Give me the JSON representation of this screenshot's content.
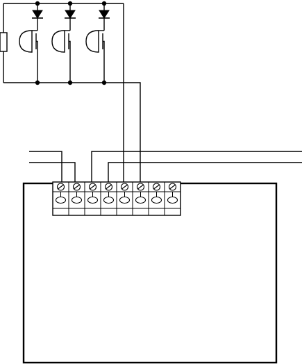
{
  "diagram": {
    "kind": "wiring-diagram",
    "colors": {
      "line": "#000000",
      "background": "#ffffff"
    },
    "sensor_group": {
      "resistor_count": 1,
      "diode_count": 3,
      "sounder_count": 3
    },
    "terminal_block": {
      "terminal_count": 8,
      "rows": [
        "screw-head-row",
        "contact-row",
        "base-row"
      ]
    },
    "external_lines": {
      "count": 2
    }
  }
}
